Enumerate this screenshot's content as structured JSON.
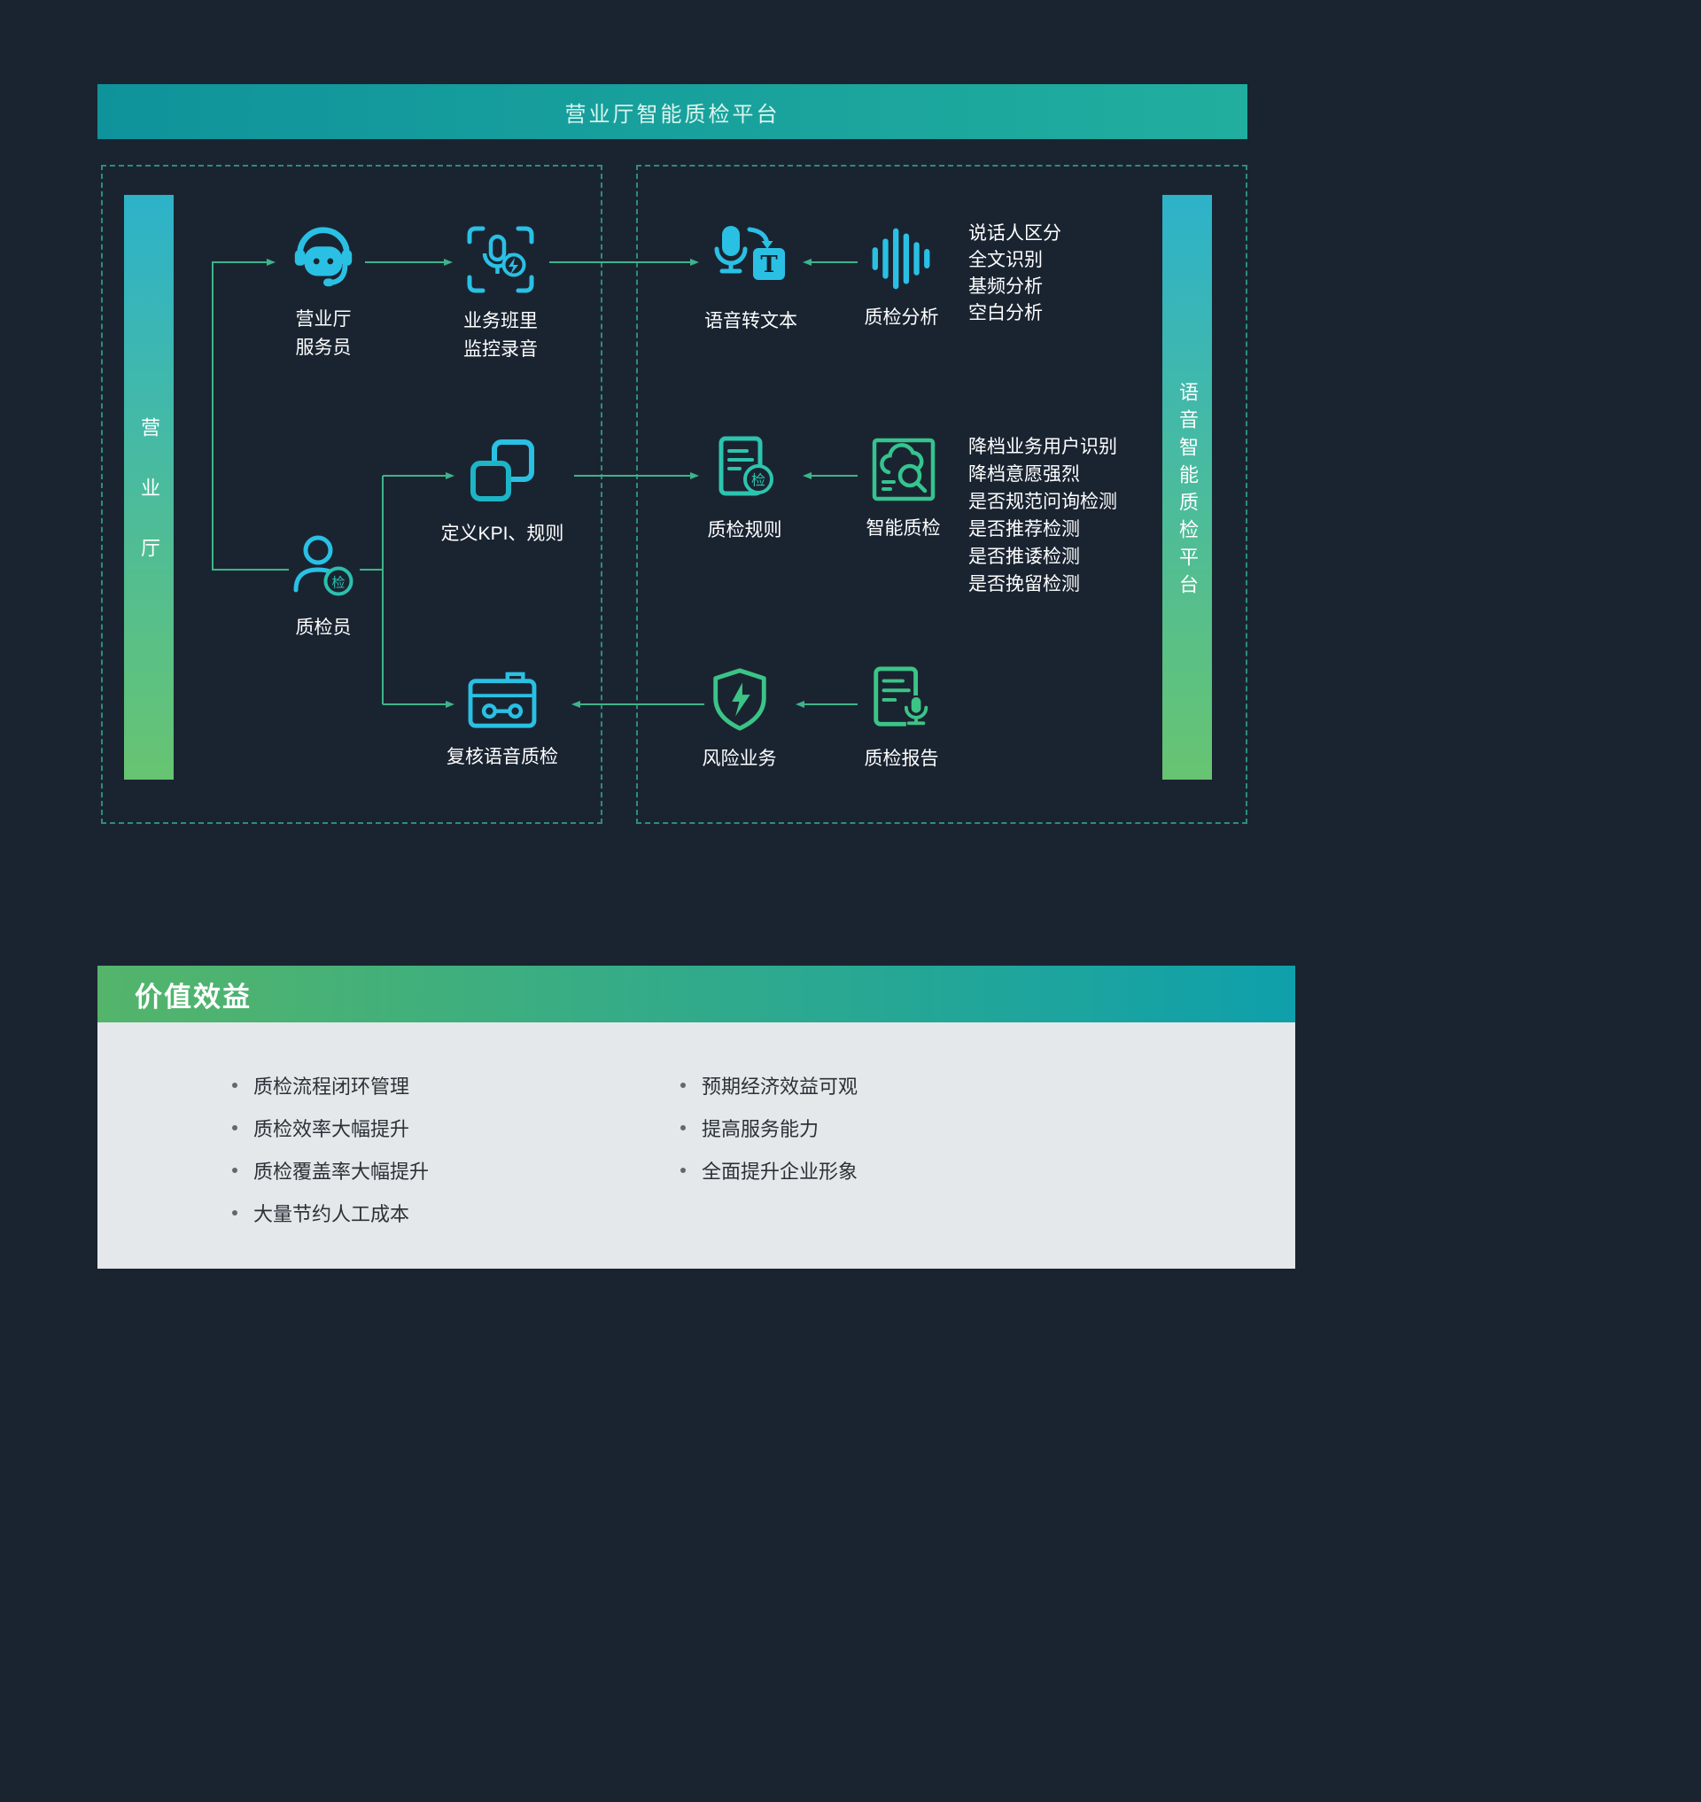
{
  "banner": {
    "title": "营业厅智能质检平台"
  },
  "panels": {
    "left_label": "营业厅",
    "right_label": "语音智能质检平台"
  },
  "nodes": {
    "attendant": "营业厅\n服务员",
    "recording": "业务班里\n监控录音",
    "inspector": "质检员",
    "inspector_badge": "检",
    "kpi": "定义KPI、规则",
    "review": "复核语音质检",
    "speech_to_text": "语音转文本",
    "t_glyph": "T",
    "qc_analysis": "质检分析",
    "qc_rules": "质检规则",
    "qc_rules_badge": "检",
    "smart_qc": "智能质检",
    "risk_business": "风险业务",
    "qc_report": "质检报告"
  },
  "annotations": {
    "analysis_features": [
      "说话人区分",
      "全文识别",
      "基频分析",
      "空白分析"
    ],
    "smart_qc_features": [
      "降档业务用户识别",
      "降档意愿强烈",
      "是否规范问询检测",
      "是否推荐检测",
      "是否推诿检测",
      "是否挽留检测"
    ]
  },
  "benefits": {
    "title": "价值效益",
    "left": [
      "质检流程闭环管理",
      "质检效率大幅提升",
      "质检覆盖率大幅提升",
      "大量节约人工成本"
    ],
    "right": [
      "预期经济效益可观",
      "提高服务能力",
      "全面提升企业形象"
    ]
  },
  "colors": {
    "background": "#1a2431",
    "cyan": "#2ac0e4",
    "teal": "#2dc4ae",
    "green": "#3cc487",
    "arrow": "#3db489",
    "bar_gradient_top": "#2db2c9",
    "bar_gradient_bottom": "#67c471"
  }
}
